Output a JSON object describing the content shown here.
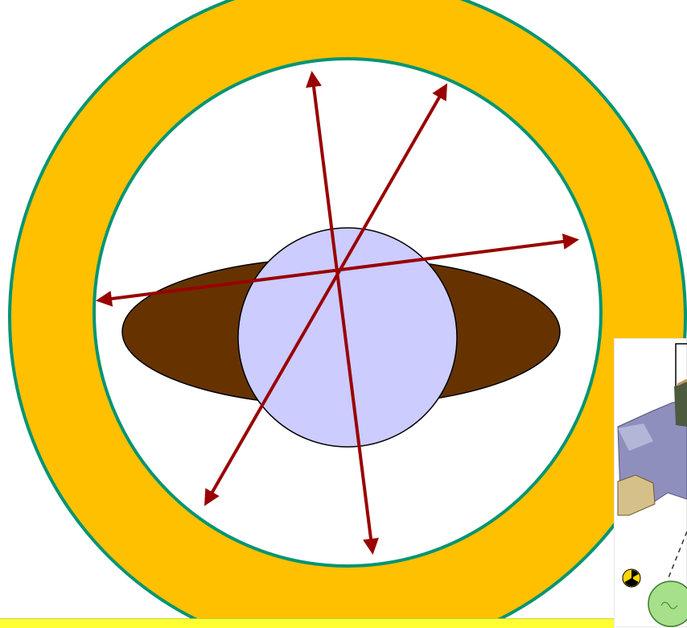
{
  "diagram": {
    "colors": {
      "ring_fill": "#ffc000",
      "ring_outline": "#009473",
      "body_ellipse": "#663300",
      "head_circle": "#ccccff",
      "ray_arrows": "#990000",
      "highlight_bar": "#ffff33"
    },
    "elements": {
      "ring": "detector-ring",
      "body_cross_section": "ellipse",
      "center_region": "circle",
      "rays": 3
    },
    "inset_icons": [
      "radiation-hazard-icon"
    ]
  }
}
